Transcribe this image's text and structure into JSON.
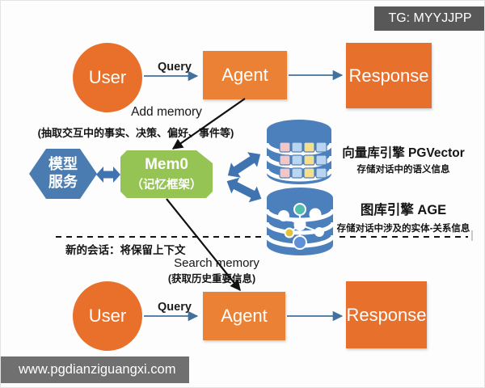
{
  "badges": {
    "tg": "TG: MYYJJPP",
    "watermark": "www.pgdianziguangxi.com"
  },
  "flow_top": {
    "user": "User",
    "query": "Query",
    "agent": "Agent",
    "response": "Response"
  },
  "flow_bottom": {
    "user": "User",
    "query": "Query",
    "agent": "Agent",
    "response": "Response"
  },
  "memory": {
    "add_label": "Add memory",
    "add_note": "(抽取交互中的事实、决策、偏好、事件等)",
    "search_label": "Search memory",
    "search_note": "(获取历史重要信息)",
    "session_note": "新的会话：将保留上下文"
  },
  "model_service": {
    "line1": "模型",
    "line2": "服务"
  },
  "mem0": {
    "title": "Mem0",
    "subtitle": "（记忆框架）"
  },
  "databases": {
    "vector": {
      "title": "向量库引擎 PGVector",
      "desc": "存储对话中的语义信息"
    },
    "graph": {
      "title": "图库引擎 AGE",
      "desc": "存储对话中涉及的实体-关系信息"
    }
  },
  "colors": {
    "orange": "#E8702A",
    "orange_light": "#EB8134",
    "green": "#95C454",
    "hex_blue": "#4A7CB1",
    "arrow_blue": "#3F74B0",
    "db_blue": "#4C80BC",
    "badge_gray": "#585858",
    "line_black": "#141414"
  }
}
